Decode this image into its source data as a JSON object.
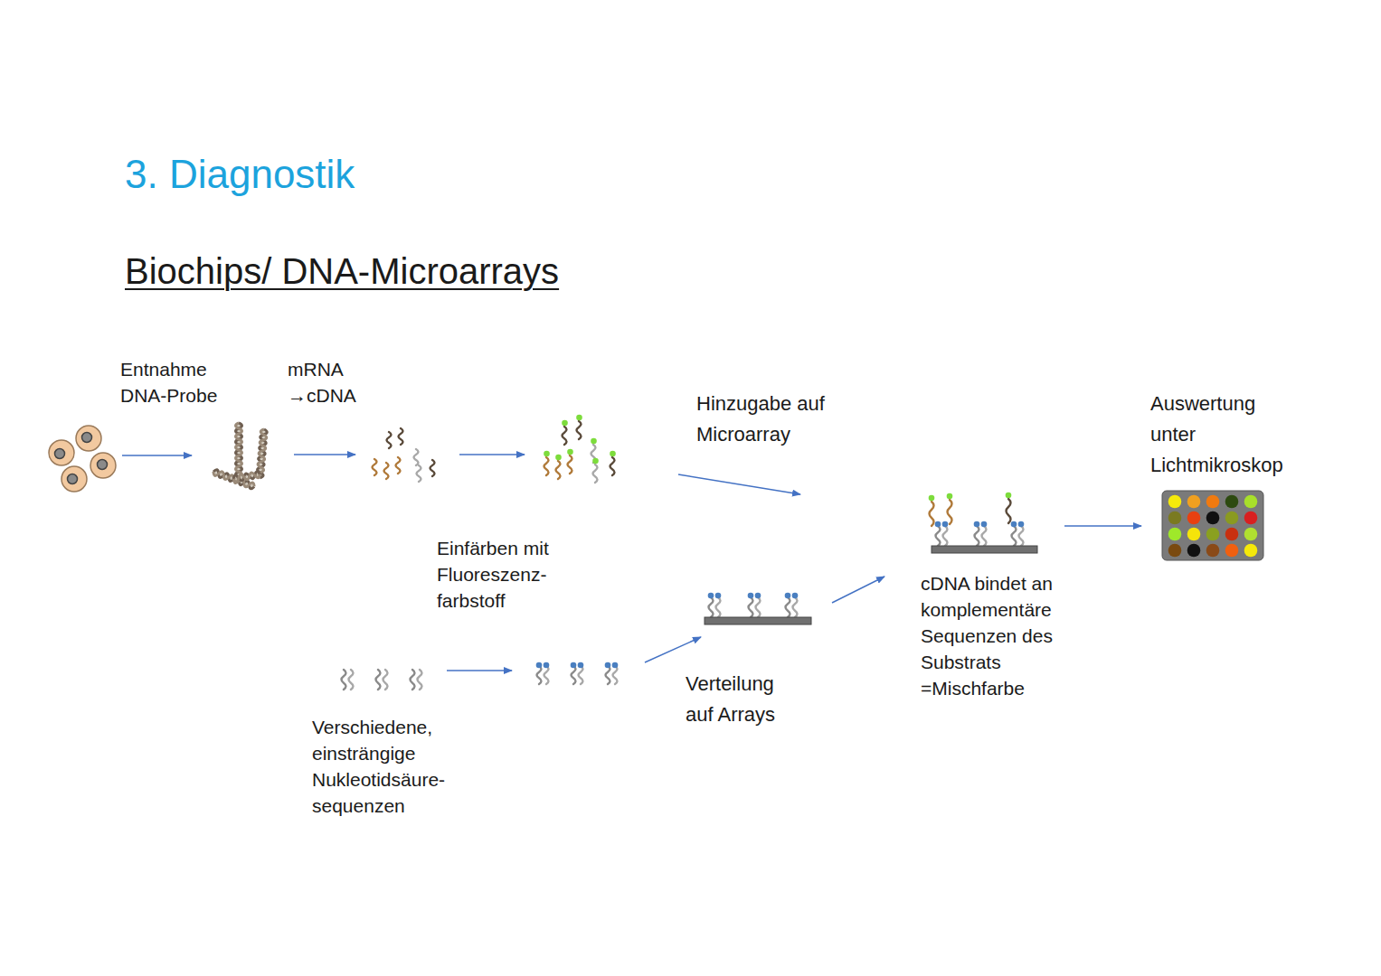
{
  "diagram": {
    "title": "3. Diagnostik",
    "labels": [
      "Biochips/ DNA-Microarrays",
      "Entnahme DNA-Probe",
      "mRNA →cDNA",
      "Hinzugabe auf Microarray",
      "Auswertung unter Lichtmikroskop",
      "Einfärben mit Fluoreszenz- farbstoff",
      "Verschiedene, einsträngige Nukleotidsäure- sequenzen",
      "Verteilung auf Arrays",
      "cDNA bindet an komplementäre Sequenzen des Substrats =Mischfarbe"
    ]
  }
}
